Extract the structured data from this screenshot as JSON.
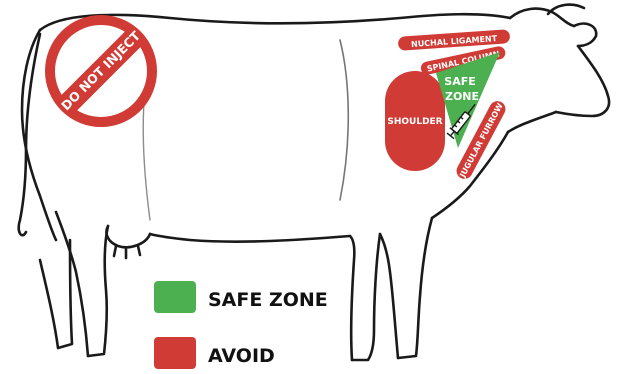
{
  "labels": {
    "do_not_inject": "DO NOT INJECT",
    "nuchal_ligament": "NUCHAL LIGAMENT",
    "spinal_column": "SPINAL COLUMN",
    "safe_zone_line1": "SAFE",
    "safe_zone_line2": "ZONE",
    "shoulder": "SHOULDER",
    "jugular_furrow": "JUGULAR FURROW"
  },
  "legend": {
    "safe": {
      "label": "SAFE ZONE",
      "color": "#4caf50"
    },
    "avoid": {
      "label": "AVOID",
      "color": "#d13b35"
    }
  },
  "colors": {
    "avoid": "#d13b35",
    "safe": "#4caf50",
    "outline": "#1a1a1a",
    "zone_text": "#ffffff"
  }
}
